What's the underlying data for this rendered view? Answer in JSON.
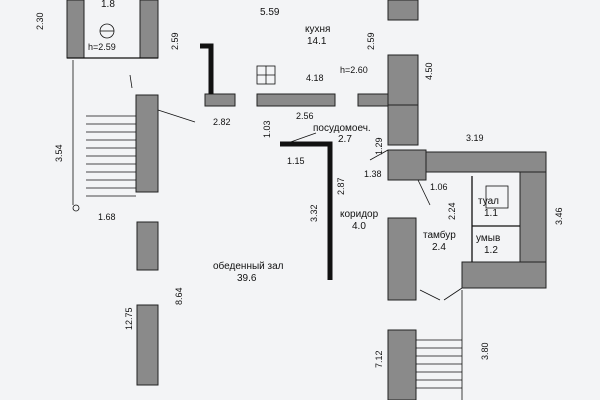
{
  "rooms": {
    "kitchen": {
      "name": "кухня",
      "area": "14.1"
    },
    "dishwash": {
      "name": "посудомоеч.",
      "area": "2.7"
    },
    "corridor": {
      "name": "коридор",
      "area": "4.0"
    },
    "dining": {
      "name": "обеденный зал",
      "area": "39.6"
    },
    "vestibule": {
      "name": "тамбур",
      "area": "2.4"
    },
    "toilet": {
      "name": "туал",
      "area": "1.1"
    },
    "washroom": {
      "name": "умыв",
      "area": "1.2"
    },
    "top_room_area": "5.59",
    "stair_room_area": "1.8"
  },
  "heights": {
    "left_room": "h=2.59",
    "kitchen": "h=2.60"
  },
  "dimensions": {
    "d230": "2.30",
    "d259a": "2.59",
    "d259b": "2.59",
    "d450": "4.50",
    "d418": "4.18",
    "d282": "2.82",
    "d103": "1.03",
    "d256": "2.56",
    "d319": "3.19",
    "d354": "3.54",
    "d115": "1.15",
    "d129": "1.29",
    "d138": "1.38",
    "d287": "2.87",
    "d332": "3.32",
    "d106": "1.06",
    "d224": "2.24",
    "d346": "3.46",
    "d168": "1.68",
    "d864": "8.64",
    "d1275": "12.75",
    "d712": "7.12",
    "d380": "3.80"
  }
}
